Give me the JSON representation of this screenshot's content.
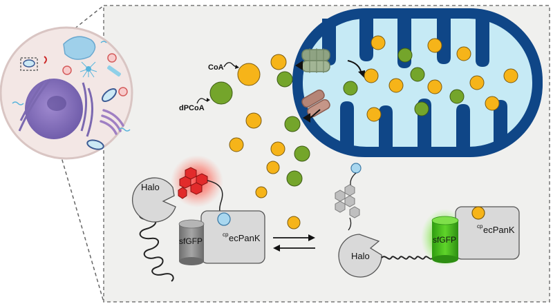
{
  "labels": {
    "coa": "CoA",
    "dpcoa": "dPCoA",
    "halo_left": "Halo",
    "sfgfp_left": "sfGFP",
    "cp_left": "cp",
    "ecpank_left": "ecPanK",
    "halo_right": "Halo",
    "sfgfp_right": "sfGFP",
    "cp_right": "cp",
    "ecpank_right": "ecPanK"
  },
  "colors": {
    "panel_bg": "#f0f0ee",
    "coa": "#f6b419",
    "dpcoa": "#74a52b",
    "mito_outer": "#0f4687",
    "mito_inner": "#c6eaf5",
    "fluor_red": "#e22b2b",
    "fluor_green": "#55cc1c",
    "substrate": "#a9d7ef",
    "protein_gray": "#d9d9d9",
    "transporter_in": "#8fa383",
    "transporter_out": "#b58577"
  }
}
